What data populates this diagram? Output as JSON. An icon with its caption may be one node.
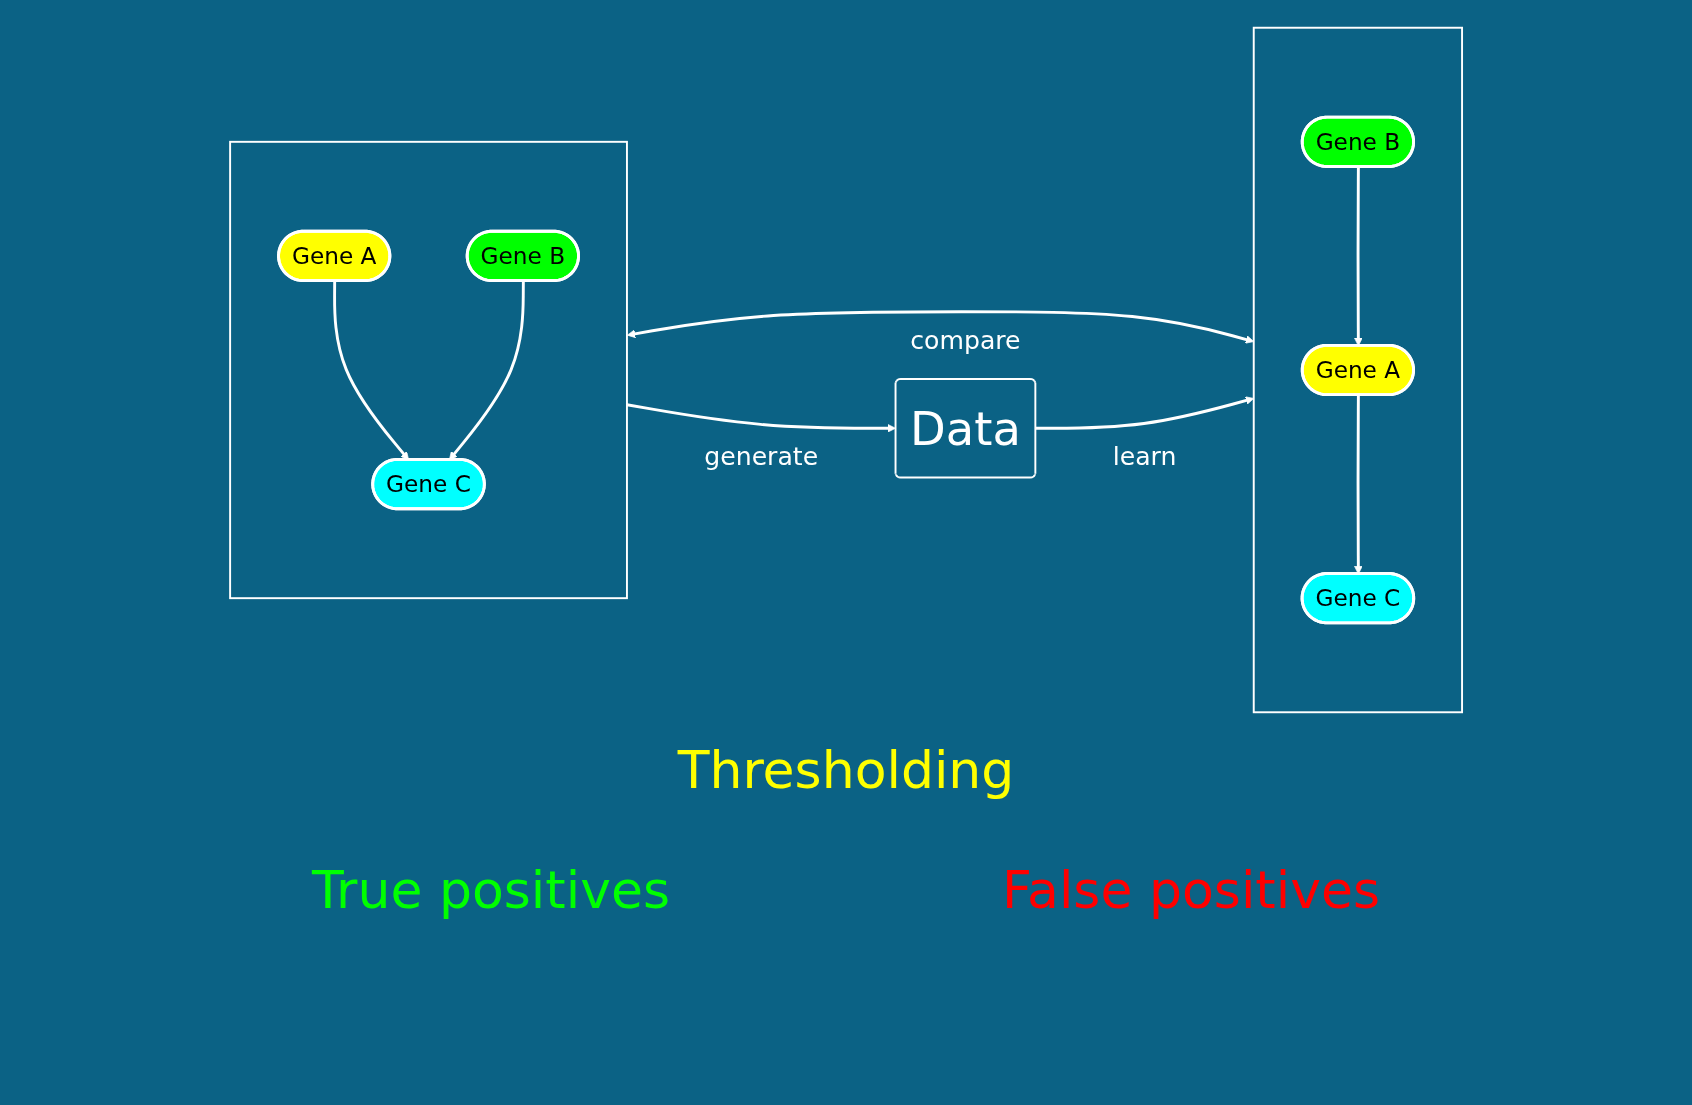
{
  "diagram": {
    "nodes": [
      {
        "text": [],
        "shape": "box"
      },
      {
        "text": [
          "Gene A"
        ],
        "in": 0
      },
      {
        "text": [
          "Gene B"
        ],
        "in": 0
      },
      {
        "text": [
          "Gene C"
        ],
        "in": 0
      },
      {
        "text": [],
        "shape": "box"
      },
      {
        "text": [
          "Gene A"
        ],
        "in": 4
      },
      {
        "text": [
          "Gene B"
        ],
        "in": 4
      },
      {
        "text": [
          "Gene C"
        ],
        "in": 4
      },
      {
        "text": [
          "Data"
        ]
      }
    ],
    "edges": [
      {
        "from": 1,
        "to": 3,
        "arrow": "to"
      },
      {
        "from": 2,
        "to": 3,
        "arrow": "to"
      },
      {
        "from": 6,
        "to": 5,
        "arrow": "to"
      },
      {
        "from": 5,
        "to": 7,
        "arrow": "to"
      },
      {
        "from": 0,
        "to": 4,
        "arrow": "both",
        "label": "compare"
      },
      {
        "from": 0,
        "to": 8,
        "arrow": "to",
        "label": "generate"
      },
      {
        "from": 8,
        "to": 4,
        "arrow": "to",
        "label": "learn"
      }
    ],
    "labels": [
      "Thresholding",
      "True positives",
      "False positives"
    ]
  }
}
